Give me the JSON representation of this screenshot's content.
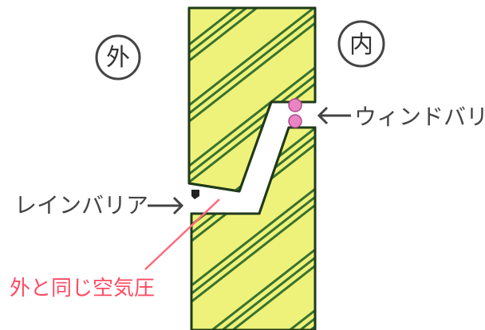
{
  "labels": {
    "outside": "外",
    "inside": "内",
    "wind_barrier": "ウィンドバリア",
    "rain_barrier": "レインバリア",
    "same_pressure": "外と同じ空気圧"
  },
  "colors": {
    "panel_fill": "#eef27a",
    "panel_highlight": "#f7f9b8",
    "hatch": "#2f6a2a",
    "outline": "#1f3a1a",
    "annotation": "#444444",
    "pressure_text": "#ff4b63",
    "gasket": "#e985c4"
  }
}
